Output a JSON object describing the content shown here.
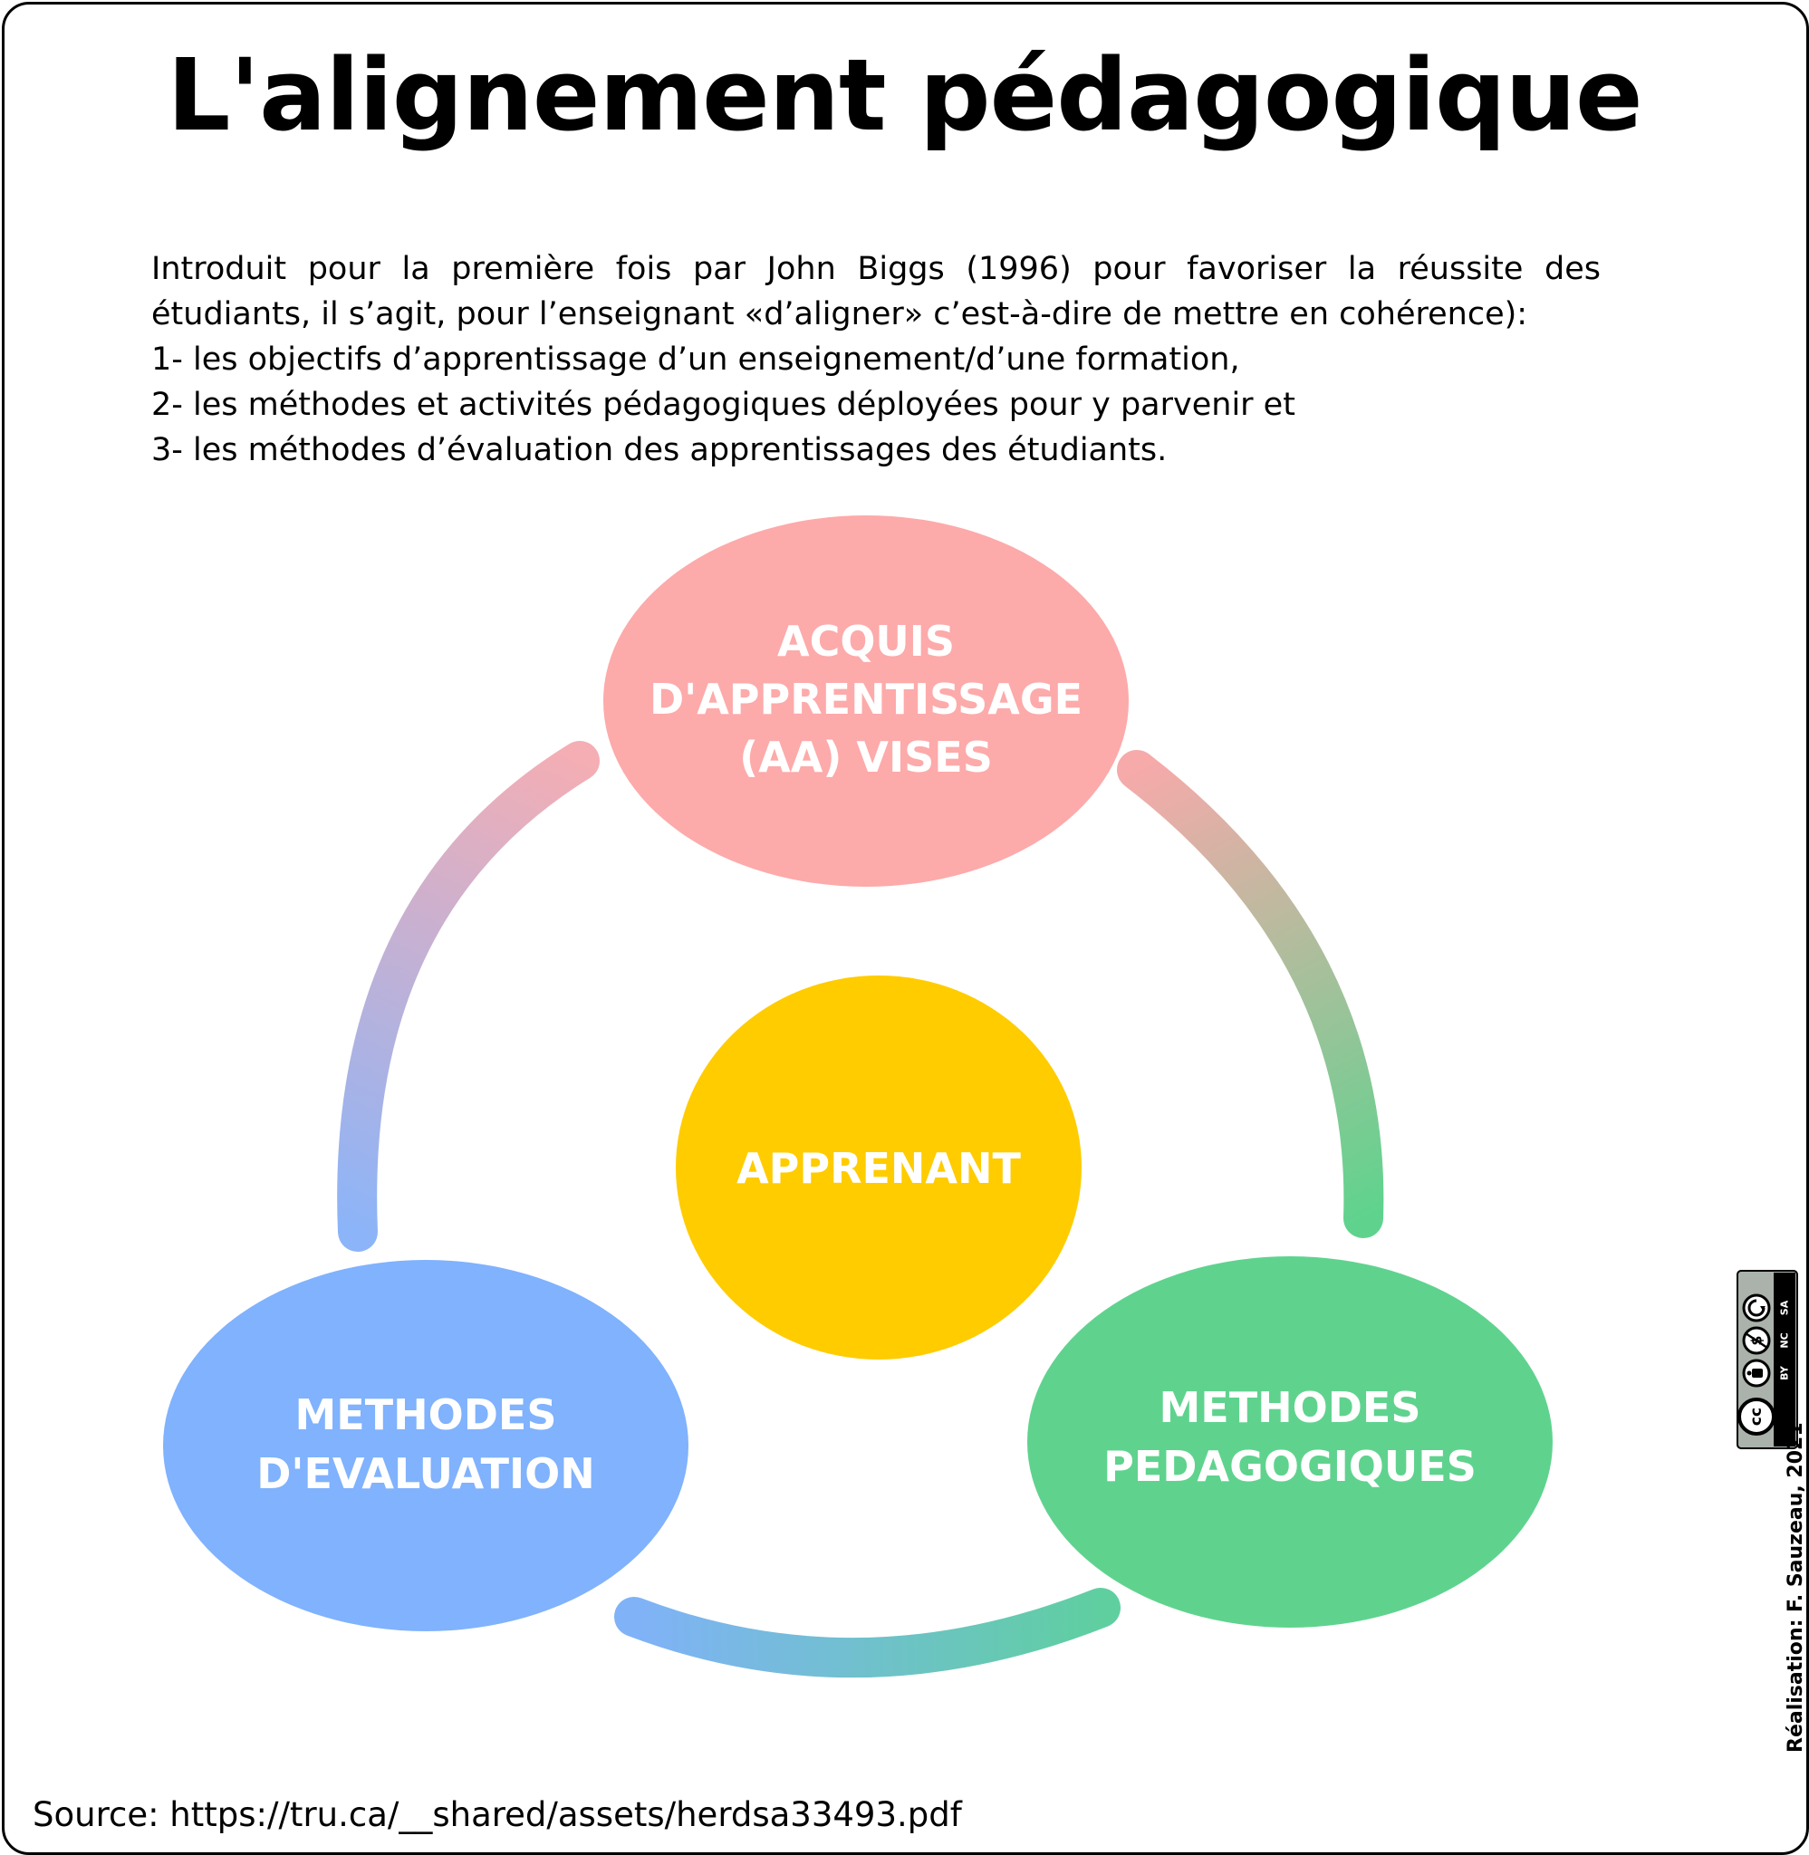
{
  "title": "L'alignement pédagogique",
  "intro": {
    "line1": "Introduit pour la première fois par John Biggs (1996) pour favoriser la réussite des",
    "line2": "étudiants, il s’agit, pour l’enseignant «d’aligner» c’est-à-dire de  mettre  en  cohérence):",
    "item1": "1-  les objectifs d’apprentissage d’un enseignement/d’une formation,",
    "item2": "2- les méthodes  et activités  pédagogiques déployées  pour  y  parvenir  et",
    "item3": "3- les méthodes d’évaluation des apprentissages des étudiants."
  },
  "nodes": {
    "top": {
      "line1": "ACQUIS",
      "line2": "D'APPRENTISSAGE",
      "line3": "(AA) VISES",
      "color": "#fdaaaa"
    },
    "center": {
      "label": "APPRENANT",
      "color": "#ffcc00"
    },
    "left": {
      "line1": "METHODES",
      "line2": "D'EVALUATION",
      "color": "#80b2fd"
    },
    "right": {
      "line1": "METHODES",
      "line2": "PEDAGOGIQUES",
      "color": "#5fd38e"
    }
  },
  "license": {
    "cc": "cc",
    "by": "BY",
    "nc": "NC",
    "sa": "SA"
  },
  "credit": "Réalisation: F. Sauzeau, 2021",
  "source": "Source: https://tru.ca/__shared/assets/herdsa33493.pdf"
}
